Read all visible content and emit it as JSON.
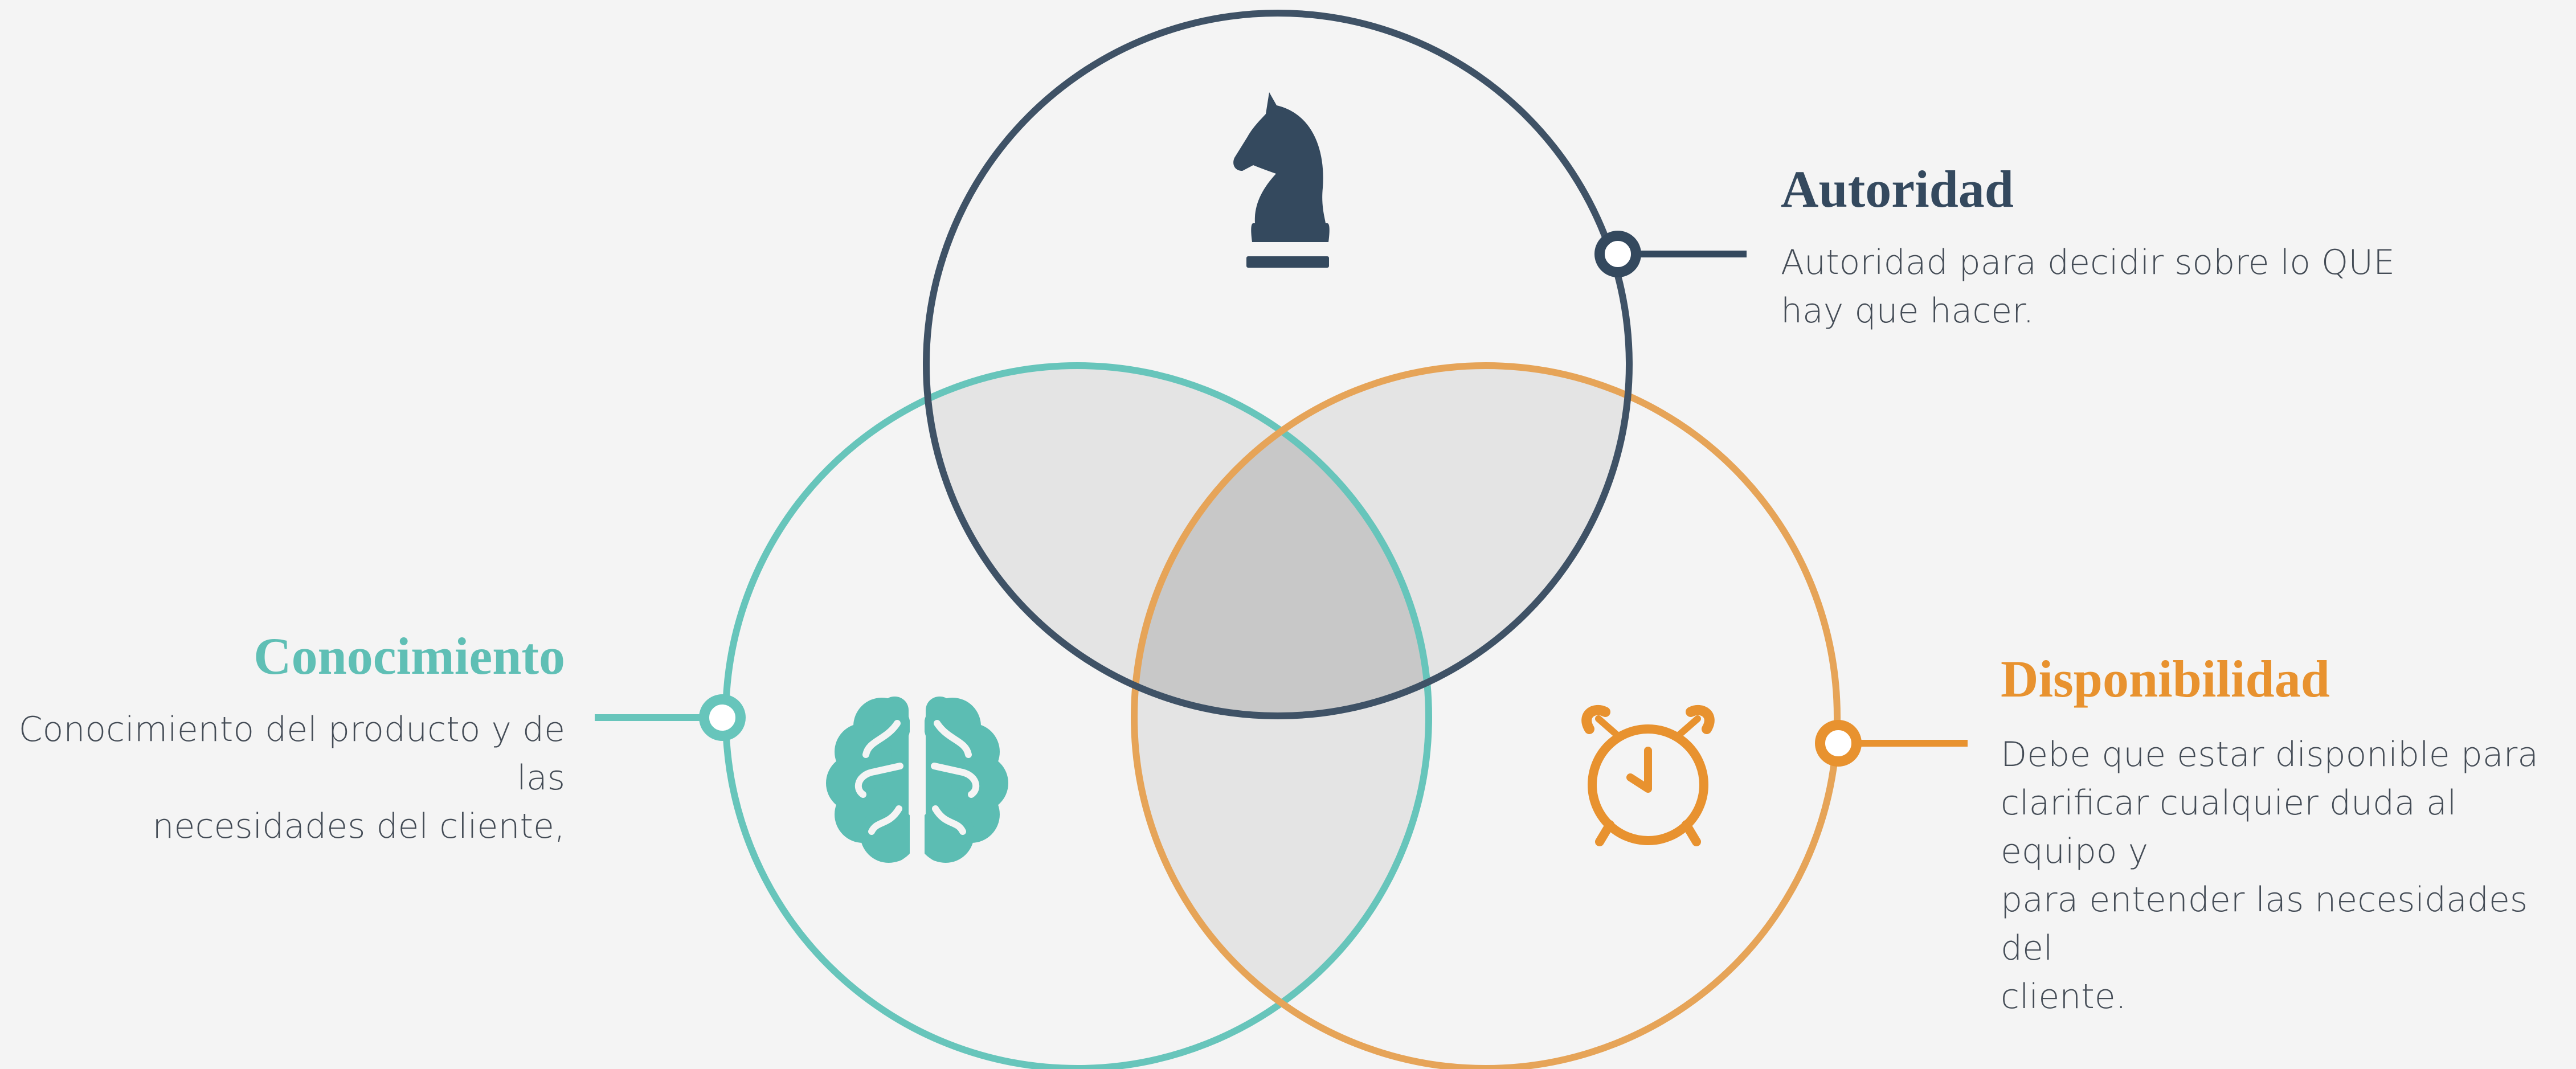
{
  "colors": {
    "background": "#f4f4f4",
    "autoridad": "#34495e",
    "conocimiento": "#67c5bb",
    "disponibilidad": "#e6a458",
    "disponibilidad_text": "#e8922f",
    "overlap_pair": "#e4e4e4",
    "overlap_center": "#c8c8c8",
    "body_text": "#444c56"
  },
  "sets": [
    {
      "id": "autoridad",
      "title": "Autoridad",
      "description": "Autoridad para decidir sobre lo QUE hay que hacer.",
      "description_lines": [
        "Autoridad para decidir sobre lo QUE",
        "hay que hacer."
      ],
      "icon": "chess-knight-icon"
    },
    {
      "id": "conocimiento",
      "title": "Conocimiento",
      "description": "Conocimiento del producto y de las necesidades del cliente,",
      "description_lines": [
        "Conocimiento del producto y de las",
        "necesidades del cliente,"
      ],
      "icon": "brain-icon"
    },
    {
      "id": "disponibilidad",
      "title": "Disponibilidad",
      "description": "Debe que estar disponible para clarificar cualquier duda al equipo y para entender las necesidades del cliente.",
      "description_lines": [
        "Debe que estar disponible para",
        "clarificar cualquier duda al equipo y",
        "para entender las necesidades del",
        "cliente."
      ],
      "icon": "alarm-clock-icon"
    }
  ]
}
